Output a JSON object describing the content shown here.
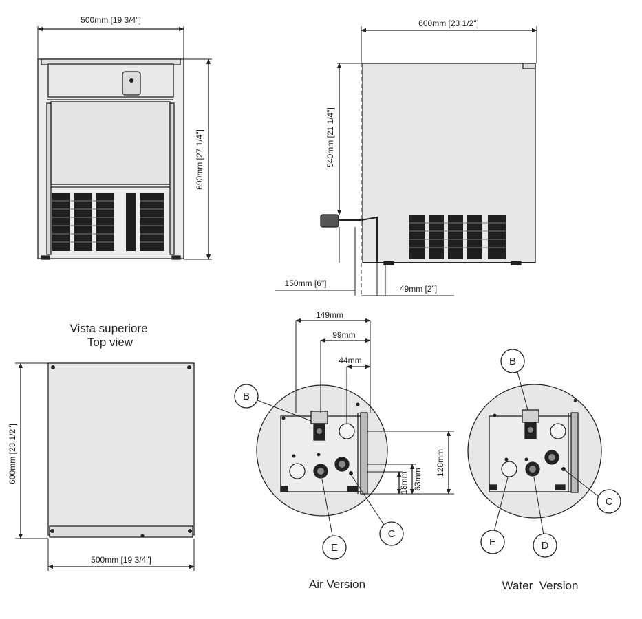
{
  "front": {
    "width": "500mm [19 3/4\"]",
    "height": "690mm [27 1/4\"]"
  },
  "side": {
    "depth": "600mm [23 1/2\"]",
    "height": "540mm [21 1/4\"]",
    "bottom_offset": "150mm [6\"]",
    "foot": "49mm [2\"]"
  },
  "top": {
    "title_it": "Vista superiore",
    "title_en": "Top view",
    "depth": "600mm [23 1/2\"]",
    "width": "500mm [19 3/4\"]"
  },
  "air": {
    "d149": "149mm",
    "d99": "99mm",
    "d44": "44mm",
    "d128": "128mm",
    "d18": "18mm",
    "d63": "63mm",
    "B": "B",
    "C": "C",
    "E": "E",
    "caption": "Air Version"
  },
  "water": {
    "B": "B",
    "C": "C",
    "D": "D",
    "E": "E",
    "caption": "Water  Version"
  },
  "colors": {
    "panel": "#e7e7e7",
    "line": "#222222",
    "vent": "#1f1f1f"
  }
}
